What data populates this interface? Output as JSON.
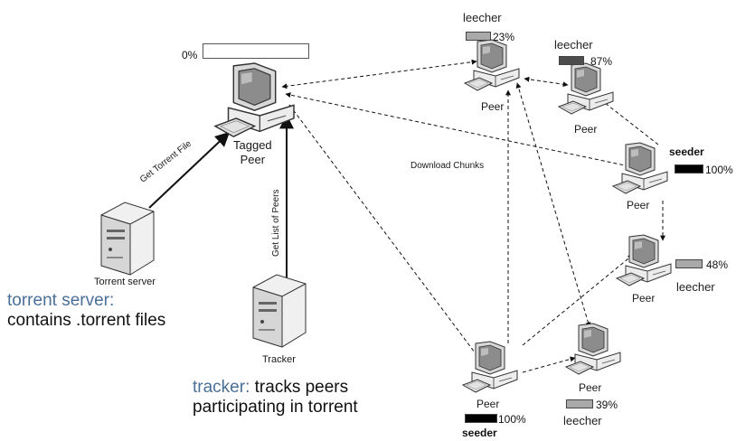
{
  "tagged_peer": {
    "label_line1": "Tagged",
    "label_line2": "Peer",
    "progress_text": "0%",
    "progress": 0
  },
  "edge_labels": {
    "get_torrent_file": "Get Torrent File",
    "get_list_of_peers": "Get List of Peers",
    "download_chunks": "Download Chunks"
  },
  "torrent_server": {
    "label": "Torrent server",
    "desc_title": "torrent server:",
    "desc_text": "contains .torrent files"
  },
  "tracker": {
    "label": "Tracker",
    "desc_title": "tracker:",
    "desc_text_line1": "tracks peers",
    "desc_text_line2": "participating in torrent"
  },
  "peers": [
    {
      "id": "p1",
      "label": "Peer",
      "role": "leecher",
      "progress_text": "23%",
      "progress": 0.23
    },
    {
      "id": "p2",
      "label": "Peer",
      "role": "leecher",
      "progress_text": "87%",
      "progress": 0.87
    },
    {
      "id": "p3",
      "label": "Peer",
      "role": "seeder",
      "progress_text": "100%",
      "progress": 1.0
    },
    {
      "id": "p4",
      "label": "Peer",
      "role": "leecher",
      "progress_text": "48%",
      "progress": 0.48
    },
    {
      "id": "p5",
      "label": "Peer",
      "role": "leecher",
      "progress_text": "39%",
      "progress": 0.39
    },
    {
      "id": "p6",
      "label": "Peer",
      "role": "seeder",
      "progress_text": "100%",
      "progress": 1.0
    }
  ],
  "colors": {
    "accent": "#4a6f96",
    "leecher_bar": "#a9a9a9",
    "dark_bar": "#4d4d4d",
    "seeder_bar": "#000000",
    "pc_body": "#e9e9e9",
    "pc_screen": "#8a8a8a"
  }
}
